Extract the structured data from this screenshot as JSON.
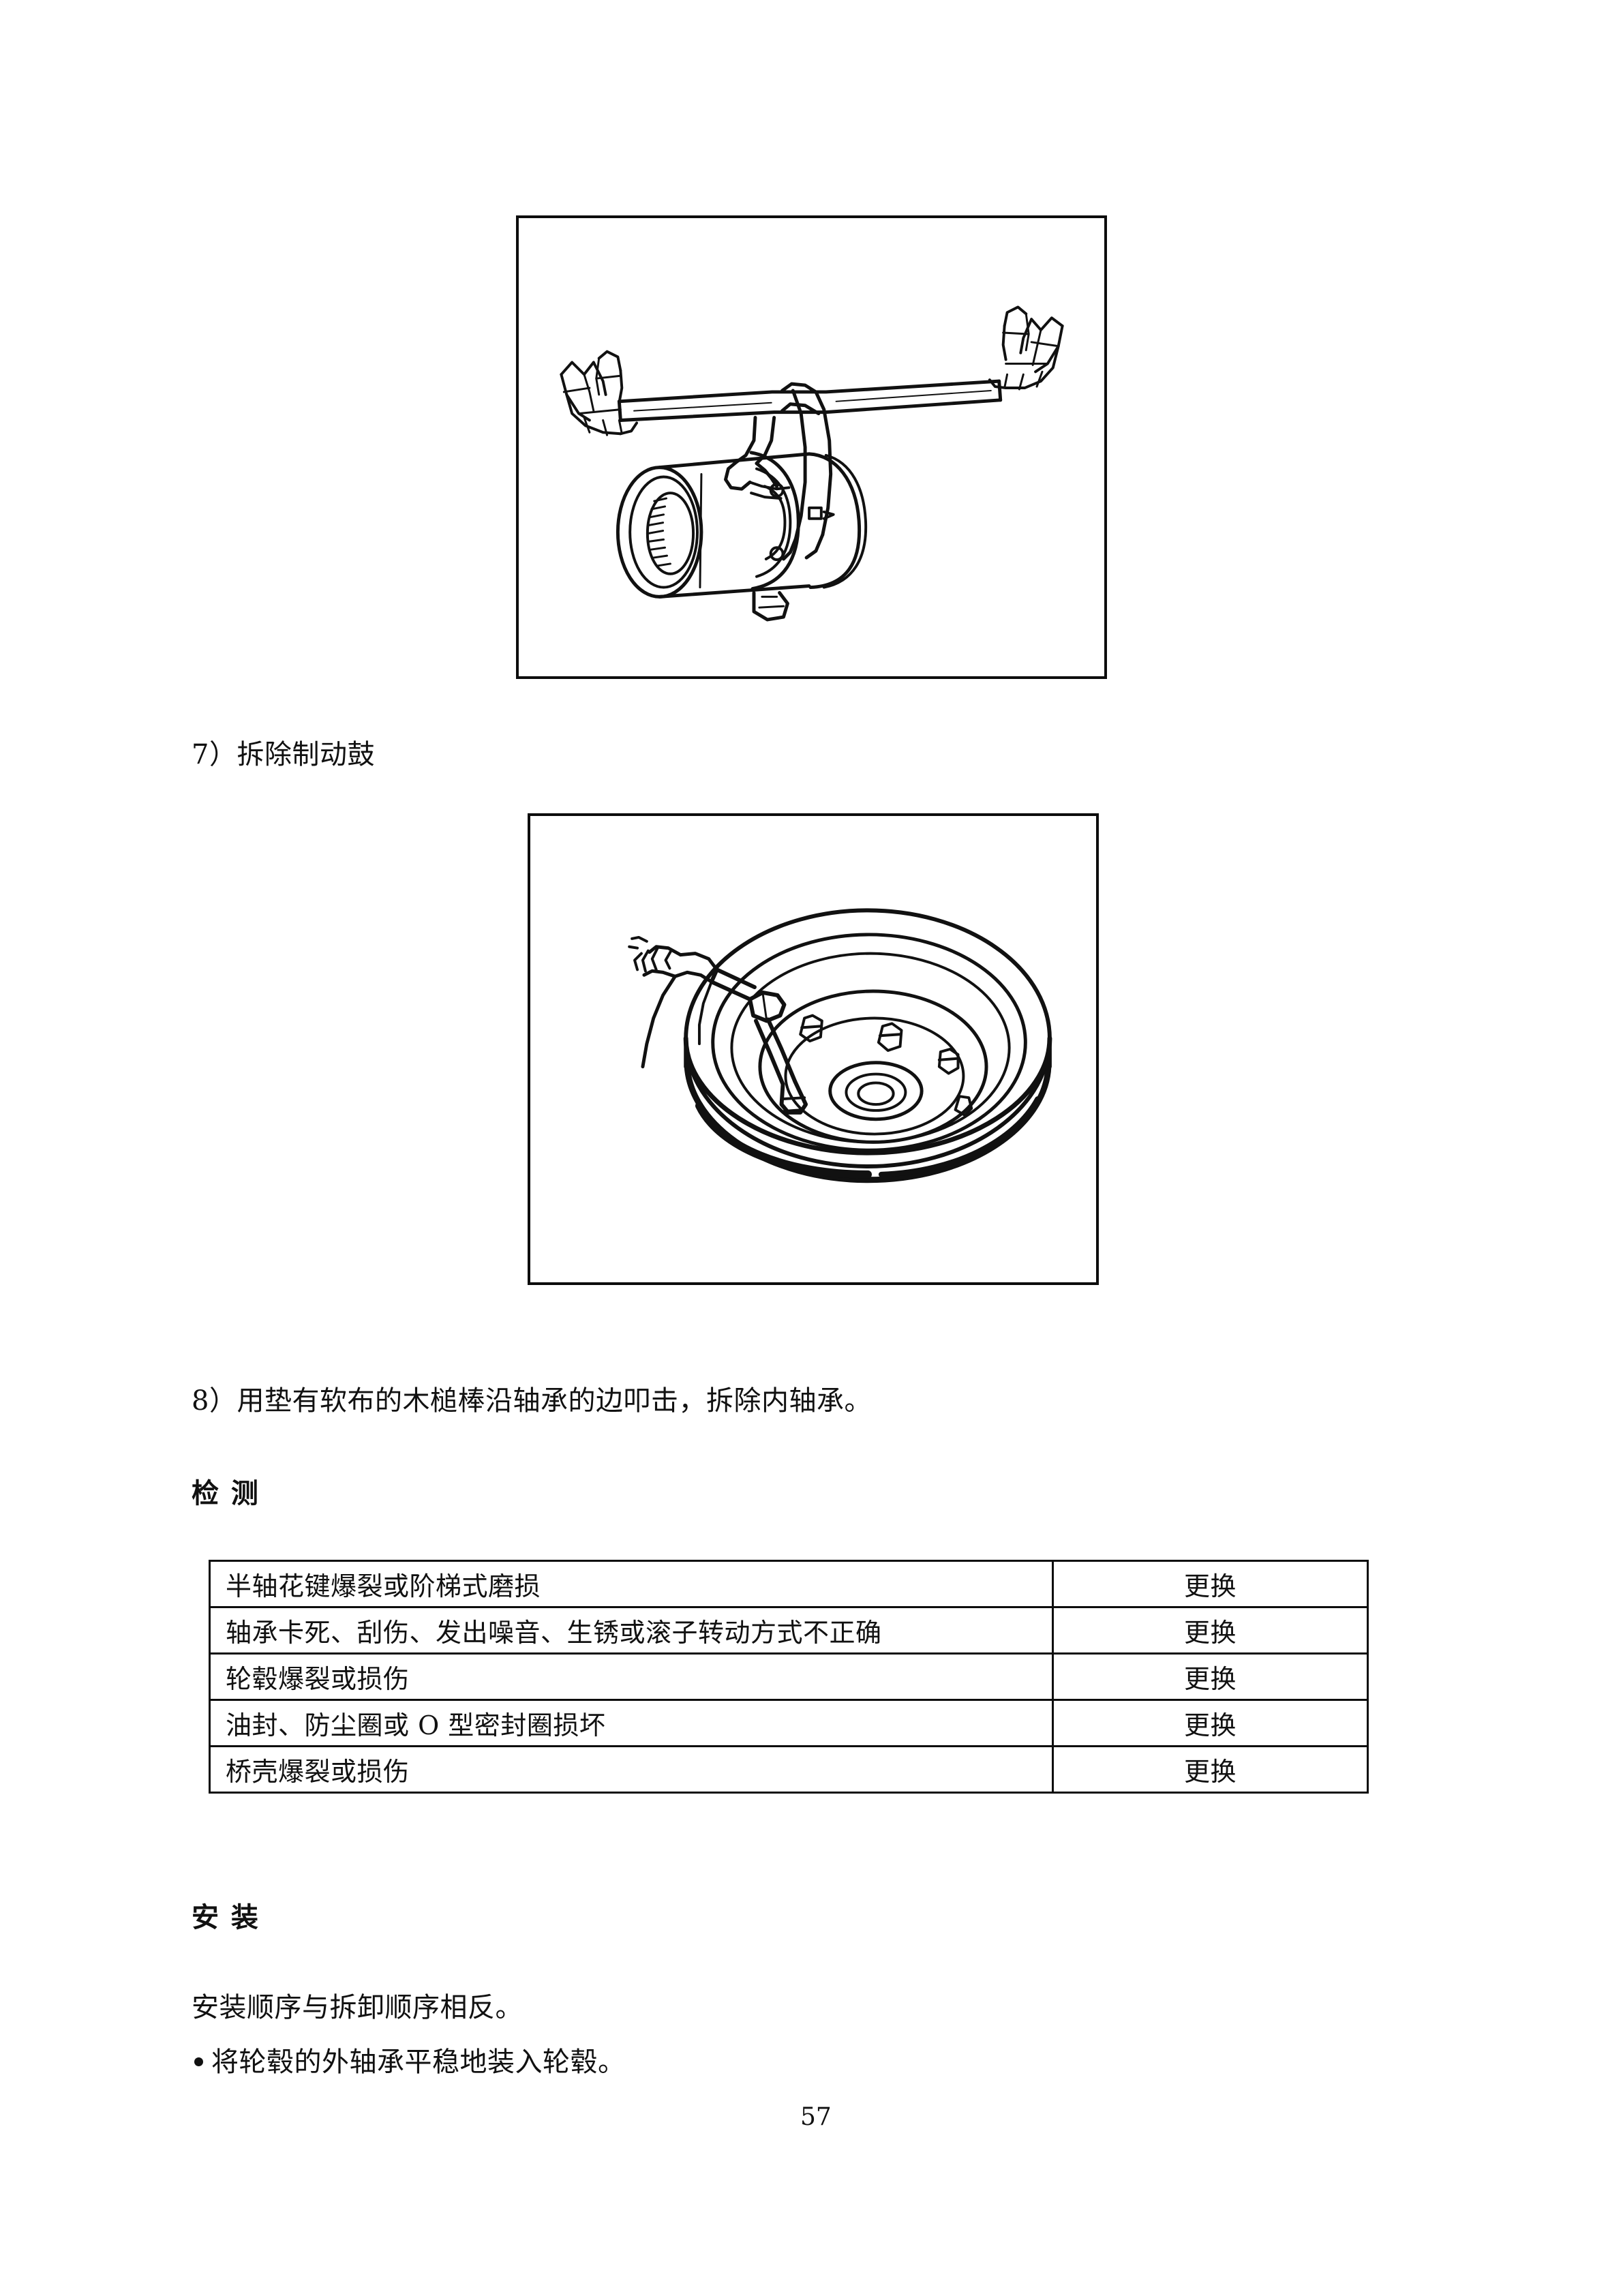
{
  "page": {
    "number": "57",
    "document_type": "maintenance-manual-page",
    "language": "zh-CN"
  },
  "figures": [
    {
      "id": "figure-bearing-removal",
      "caption": "",
      "alt_description": "两手握住横杆工具，下方悬挂轮毂轴承总成",
      "icon_name": "bearing-removal-illustration"
    },
    {
      "id": "figure-brake-drum-removal",
      "caption": "",
      "alt_description": "手持棘轮扳手拆卸制动鼓上的螺栓",
      "icon_name": "brake-drum-removal-illustration"
    }
  ],
  "steps": [
    {
      "number": "7",
      "text": "7）拆除制动鼓"
    },
    {
      "number": "8",
      "text": "8）用垫有软布的木槌棒沿轴承的边叩击，拆除内轴承。"
    }
  ],
  "inspection": {
    "heading": "检  测",
    "rows": [
      {
        "condition": "半轴花键爆裂或阶梯式磨损",
        "action": "更换"
      },
      {
        "condition": "轴承卡死、刮伤、发出噪音、生锈或滚子转动方式不正确",
        "action": "更换"
      },
      {
        "condition": "轮毂爆裂或损伤",
        "action": "更换"
      },
      {
        "condition": "油封、防尘圈或 O 型密封圈损坏",
        "action": "更换"
      },
      {
        "condition": "桥壳爆裂或损伤",
        "action": "更换"
      }
    ]
  },
  "installation": {
    "heading": "安  装",
    "intro": "安装顺序与拆卸顺序相反。",
    "bullets": [
      "将轮毂的外轴承平稳地装入轮毂。"
    ]
  },
  "colors": {
    "ink": "#111111",
    "rule": "#0d0d0d",
    "paper": "#ffffff"
  }
}
